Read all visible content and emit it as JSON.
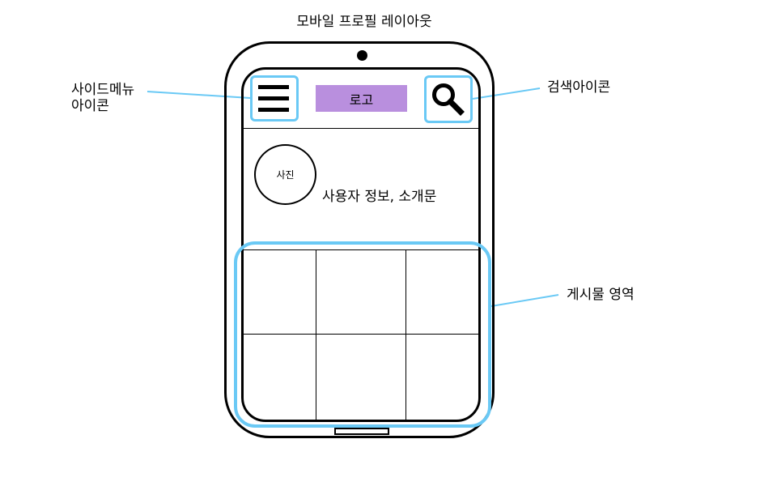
{
  "title": "모바일 프로필 레이아웃",
  "annotations": {
    "side_menu_icon": [
      "사이드메뉴",
      "아이콘"
    ],
    "search_icon": "검색아이콘",
    "posts_area": "게시물 영역"
  },
  "header": {
    "logo_label": "로고",
    "menu_icon": "hamburger-icon",
    "search_icon": "magnifier-icon"
  },
  "profile": {
    "photo_label": "사진",
    "info_text": "사용자 정보, 소개문"
  },
  "posts_grid": {
    "rows": 2,
    "columns": 3
  },
  "colors": {
    "highlight": "#6ac9f5",
    "logo_fill": "#b98fde",
    "outline": "#000000"
  }
}
